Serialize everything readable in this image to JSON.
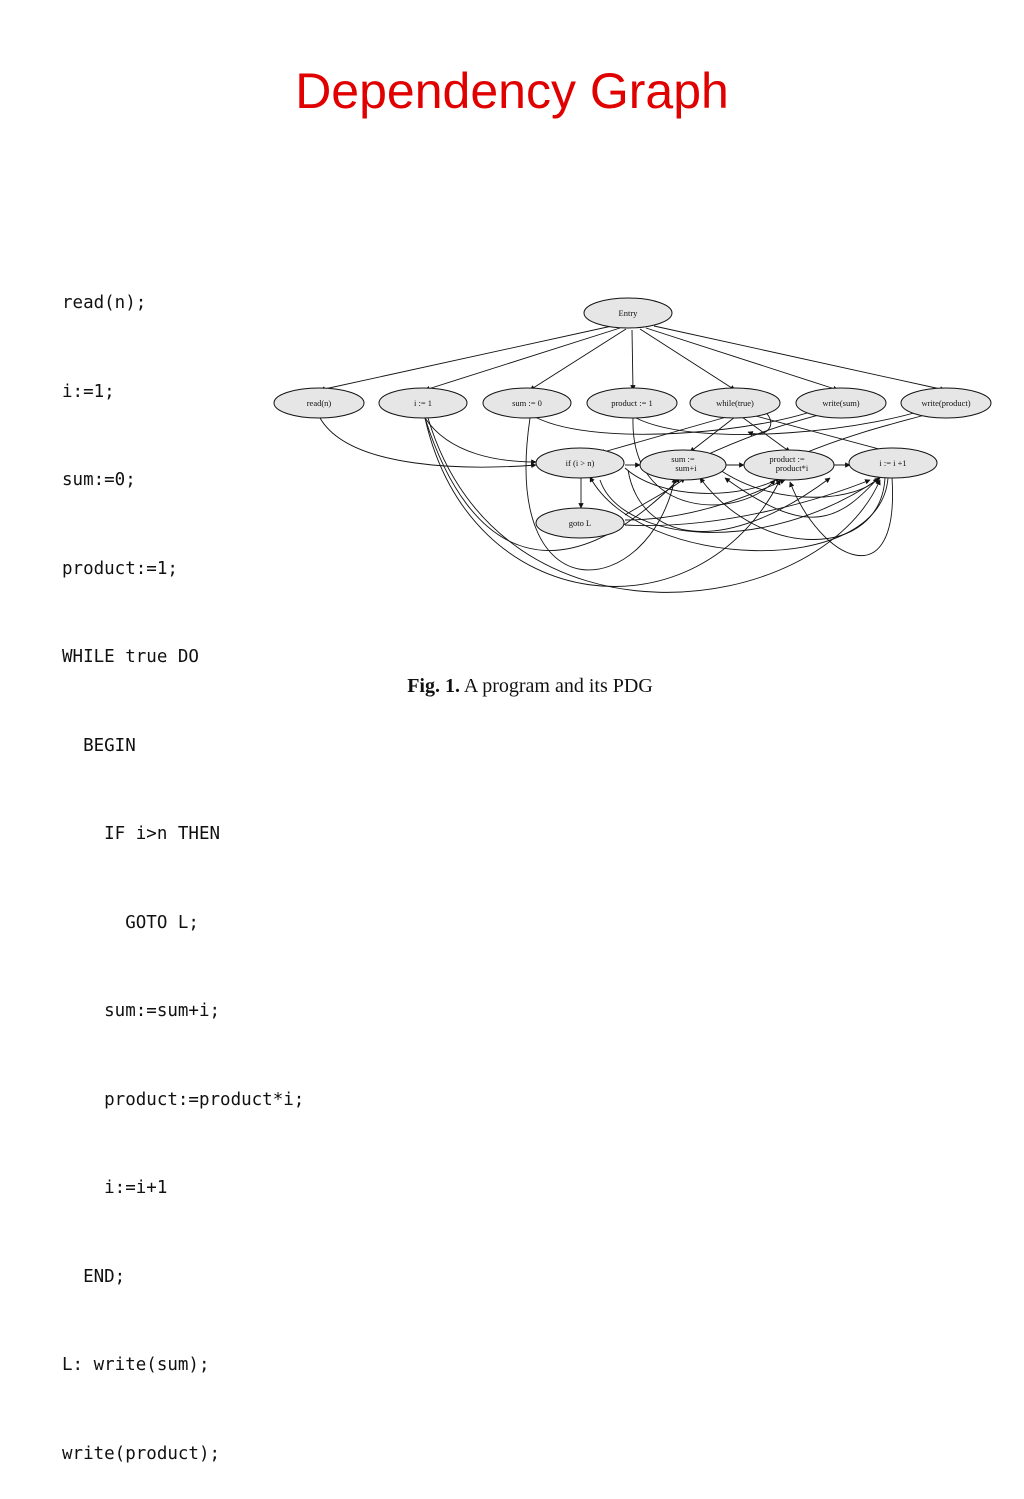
{
  "slide": {
    "title": "Dependency Graph"
  },
  "code_lines": [
    "read(n);",
    "i:=1;",
    "sum:=0;",
    "product:=1;",
    "WHILE true DO",
    "  BEGIN",
    "    IF i>n THEN",
    "      GOTO L;",
    "    sum:=sum+i;",
    "    product:=product*i;",
    "    i:=i+1",
    "  END;",
    "L: write(sum);",
    "write(product);"
  ],
  "graph": {
    "nodes": {
      "entry": "Entry",
      "read_n": "read(n)",
      "i_init": "i := 1",
      "sum_init": "sum := 0",
      "product_init": "product := 1",
      "while_true": "while(true)",
      "write_sum": "write(sum)",
      "write_product": "write(product)",
      "if_cond": "if (i > n)",
      "sum_update_1": "sum :=",
      "sum_update_2": "sum+i",
      "product_update_1": "product :=",
      "product_update_2": "product*i",
      "i_update": "i := i +1",
      "goto_l": "goto L"
    }
  },
  "caption": {
    "label": "Fig. 1.",
    "text": "A program and its PDG"
  }
}
